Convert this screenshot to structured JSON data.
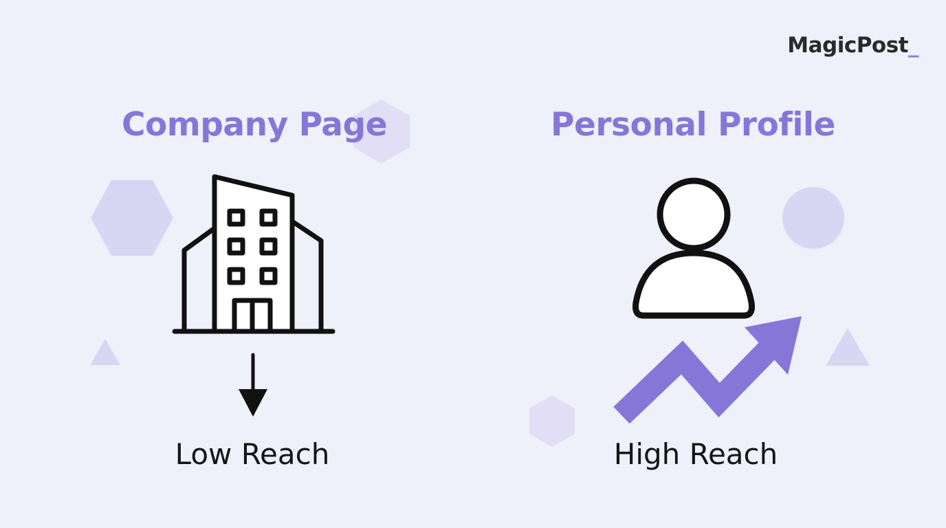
{
  "brand": {
    "name": "MagicPost",
    "cursor": "_"
  },
  "left_panel": {
    "title": "Company Page",
    "icon": "building-icon",
    "indicator_icon": "arrow-down-icon",
    "reach_label": "Low Reach"
  },
  "right_panel": {
    "title": "Personal Profile",
    "icon": "person-icon",
    "indicator_icon": "trend-up-arrow-icon",
    "reach_label": "High Reach"
  },
  "colors": {
    "background": "#EEF0FA",
    "accent": "#8576D8",
    "decor": "#D9D6F4",
    "ink": "#151515"
  }
}
